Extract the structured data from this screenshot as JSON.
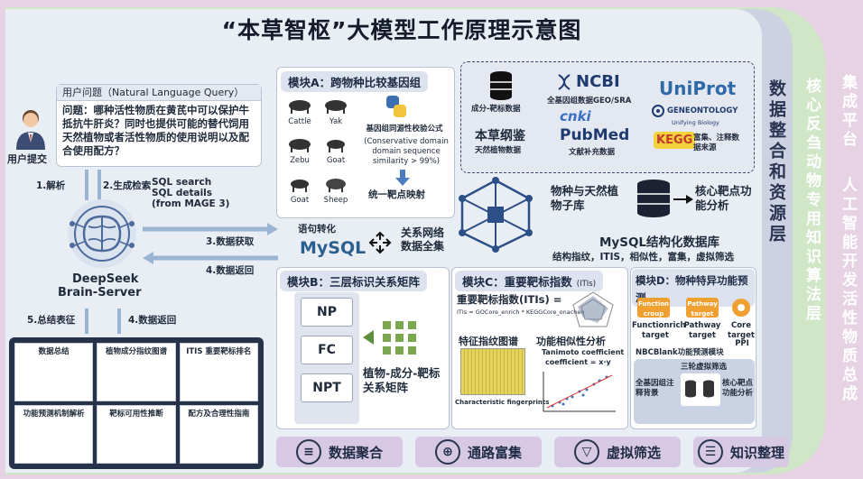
{
  "title": "“本草智枢”大模型工作原理示意图",
  "layers": {
    "data_layer": "数据整合和资源层",
    "knowledge_layer": "核心反刍动物专用知识算法层",
    "platform_a": "集成平台",
    "platform_b": "人工智能开发活性物质总成"
  },
  "user": {
    "label": "用户提交",
    "query_header": "用户问题（Natural Language Query）",
    "query_text": "问题：哪种活性物质在黄芪中可以保护牛抵抗牛肝炎？同时也提供可能的替代饲用天然植物或者活性物质的使用说明以及配合使用配方？"
  },
  "flow": {
    "parse": "1.解析",
    "gen_search": "2.生成检索",
    "sql_search": "SQL search",
    "sql_details": "SQL details",
    "from_mage": "(from MAGE 3)",
    "data_get": "3.数据获取",
    "data_return4": "4.数据返回",
    "summary5": "5.总结表征",
    "data_return_b": "4.数据返回"
  },
  "server": {
    "line1": "DeepSeek",
    "line2": "Brain-Server"
  },
  "sql": {
    "convert": "语句转化",
    "logo": "MySQL",
    "relation": "关系网络",
    "full_set": "数据全集"
  },
  "module_a": {
    "title": "模块A：跨物种比较基因组",
    "animals": [
      "Cattle",
      "Yak",
      "Zebu",
      "Goat",
      "Goat",
      "Sheep"
    ],
    "check": "基因组同源性校验公式",
    "formula": "(Conservative domain domain sequence similarity > 99%)",
    "mapping": "统一靶点映射"
  },
  "sources": {
    "component": "成分-靶标数据",
    "ncbi": "NCBI",
    "genome": "全基因组数据GEO/SRA",
    "uniprot": "UniProt",
    "geneontology": "GENEONTOLOGY",
    "go_sub": "Unifying Biology",
    "bencao": "本草纲鉴",
    "natural": "天然植物数据",
    "cnki": "cnki",
    "pubmed": "PubMed",
    "lit": "文献补充数据",
    "kegg": "KEGG",
    "enrich": "富集、注释数据来源"
  },
  "db": {
    "species": "物种与天然植物子库",
    "core": "核心靶点功能分析",
    "mysql_db": "MySQL结构化数据库",
    "metrics": "结构指纹，ITIS，相似性，富集，虚拟筛选"
  },
  "module_b": {
    "title": "模块B：三层标识关系矩阵",
    "nodes": [
      "NP",
      "FC",
      "NPT"
    ],
    "matrix": "植物-成分-靶标关系矩阵"
  },
  "module_c": {
    "title": "模块C：重要靶标指数",
    "title_sub": "(ITIs)",
    "itis": "重要靶标指数(ITIs) =",
    "itis_formula": "ITIs = GOCore_enrich * KEGGCore_onachen",
    "feature": "特征指纹图谱",
    "feature_en": "Characteristic fingerprints",
    "similarity": "功能相似性分析",
    "tanimoto": "Tanimoto coefficient",
    "tanimoto2": "coefficient = x·y"
  },
  "module_d": {
    "title": "模块D：物种特异功能预测",
    "targets": [
      "Functionrich target",
      "Pathway target",
      "Core target",
      "PPI"
    ],
    "chip1": "Function croup",
    "chip2": "Pathway target",
    "blank": "NBCBlank功能预测模块",
    "screen": "三轮虚拟筛选",
    "bg": "全基因组注释背景",
    "out": "核心靶点功能分析"
  },
  "report": {
    "tiles": [
      "数据总结",
      "植物成分指纹图谱",
      "ITIS 重要靶标排名",
      "功能预测机制解析",
      "靶标可用性推断",
      "配方及合理性指南"
    ]
  },
  "bottom": [
    "数据聚合",
    "通路富集",
    "虚拟筛选",
    "知识整理"
  ],
  "colors": {
    "accent": "#2b5fa8",
    "green": "#cfe6c7",
    "purple": "#e7d2e4"
  }
}
